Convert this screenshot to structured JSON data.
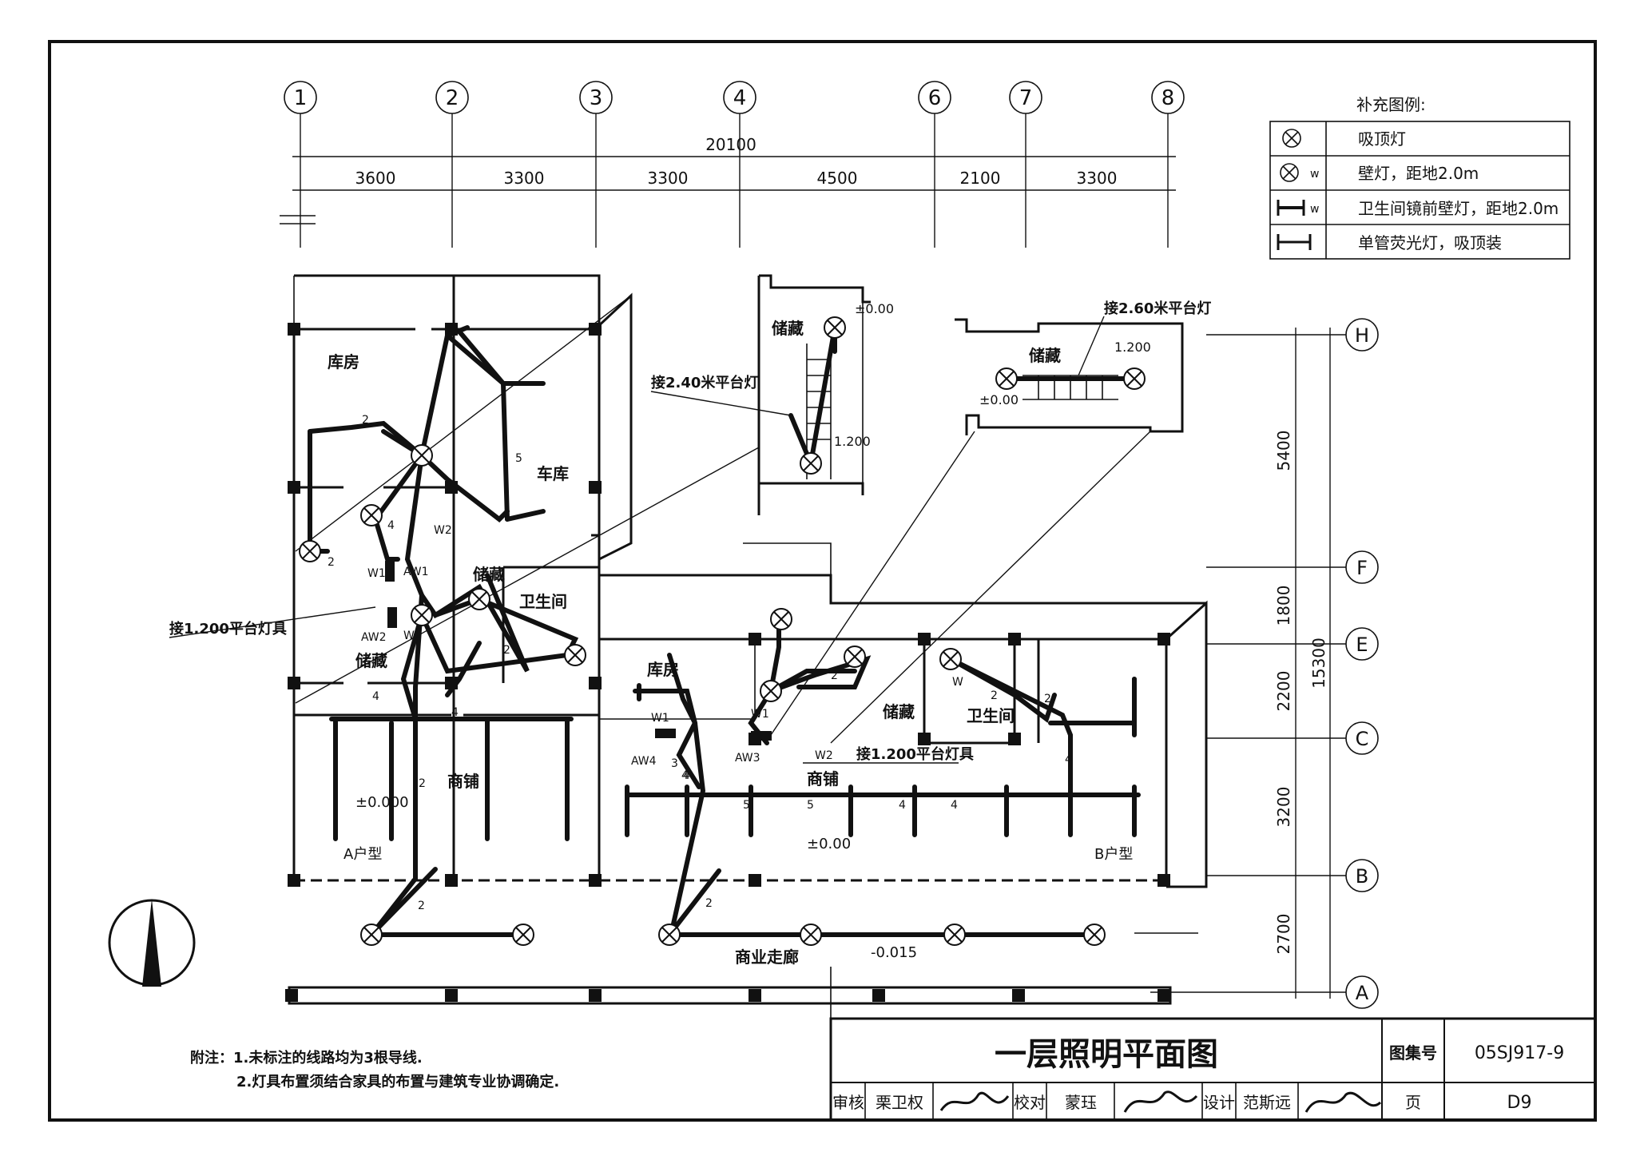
{
  "axes_top": {
    "labels": [
      "1",
      "2",
      "3",
      "4",
      "6",
      "7",
      "8"
    ],
    "total": "20100",
    "spacings": [
      "3600",
      "3300",
      "3300",
      "4500",
      "2100",
      "3300"
    ]
  },
  "axes_right": {
    "labels": [
      "H",
      "F",
      "E",
      "C",
      "B",
      "A"
    ],
    "total": "15300",
    "spacings": [
      "5400",
      "1800",
      "2200",
      "3200",
      "2700"
    ]
  },
  "legend": {
    "title": "补充图例:",
    "rows": [
      {
        "icon": "ceiling-lamp-icon",
        "text": "吸顶灯"
      },
      {
        "icon": "wall-lamp-icon",
        "w": "w",
        "text": "壁灯，距地2.0m"
      },
      {
        "icon": "mirror-lamp-icon",
        "w": "w",
        "text": "卫生间镜前壁灯，距地2.0m"
      },
      {
        "icon": "fluorescent-lamp-icon",
        "text": "单管荧光灯，吸顶装"
      }
    ]
  },
  "rooms": {
    "storeroom": "库房",
    "garage": "车库",
    "storage": "储藏",
    "bathroom": "卫生间",
    "shop": "商铺",
    "type_a": "A户型",
    "type_b": "B户型",
    "corridor": "商业走廊"
  },
  "levels": {
    "zero_a": "±0.000",
    "zero_b": "±0.00",
    "corridor": "-0.015",
    "stair_top": "±0.00",
    "stair_mid": "1.200",
    "stair2_low": "±0.00",
    "stair2_mid": "1.200"
  },
  "annotations": {
    "platform_240": "接2.40米平台灯",
    "platform_260": "接2.60米平台灯",
    "platform_1200_left": "接1.200平台灯具",
    "platform_1200_right": "接1.200平台灯具"
  },
  "panels": [
    "AW1",
    "AW2",
    "AW3",
    "AW4"
  ],
  "circuits": [
    "W1",
    "W2",
    "W1",
    "W1",
    "W1",
    "W2",
    "W"
  ],
  "wire_counts": [
    "2",
    "2",
    "4",
    "5",
    "2",
    "4",
    "4",
    "2",
    "4",
    "4",
    "5",
    "5",
    "4",
    "4",
    "2",
    "2",
    "2",
    "3",
    "2",
    "4",
    "2"
  ],
  "notes": {
    "prefix": "附注：",
    "line1": "1.未标注的线路均为3根导线.",
    "line2": "2.灯具布置须结合家具的布置与建筑专业协调确定."
  },
  "title_block": {
    "title": "一层照明平面图",
    "atlas_label": "图集号",
    "atlas_no": "05SJ917-9",
    "review_label": "审核",
    "reviewer": "栗卫权",
    "check_label": "校对",
    "checker": "蒙珏",
    "design_label": "设计",
    "designer": "范斯远",
    "page_label": "页",
    "page_no": "D9"
  },
  "colors": {
    "ink": "#111111",
    "paper": "#ffffff"
  }
}
